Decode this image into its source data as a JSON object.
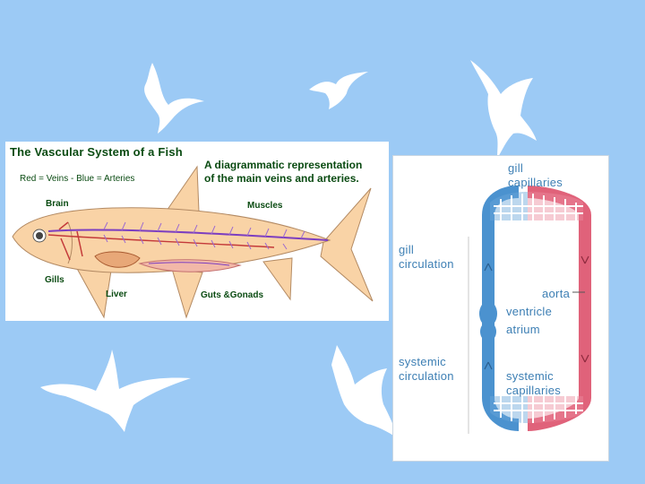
{
  "fish_diagram": {
    "title": "The Vascular System of a Fish",
    "legend": "Red = Veins - Blue = Arteries",
    "description_line1": "A diagrammatic representation",
    "description_line2": "of the main veins and arteries.",
    "labels": {
      "brain": "Brain",
      "muscles": "Muscles",
      "gills": "Gills",
      "liver": "Liver",
      "guts_gonads": "Guts &Gonads"
    }
  },
  "circulation_diagram": {
    "labels": {
      "gill_capillaries_1": "gill",
      "gill_capillaries_2": "capillaries",
      "gill_circulation_1": "gill",
      "gill_circulation_2": "circulation",
      "aorta": "aorta",
      "ventricle": "ventricle",
      "atrium": "atrium",
      "systemic_circulation_1": "systemic",
      "systemic_circulation_2": "circulation",
      "systemic_capillaries_1": "systemic",
      "systemic_capillaries_2": "capillaries"
    },
    "colors": {
      "oxygenated": "#e0627a",
      "deoxygenated": "#4b92cf"
    }
  },
  "colors": {
    "background": "#9ccaf5",
    "bird": "#ffffff",
    "fish_body": "#f9d3a6",
    "text_green": "#0a4b12"
  }
}
